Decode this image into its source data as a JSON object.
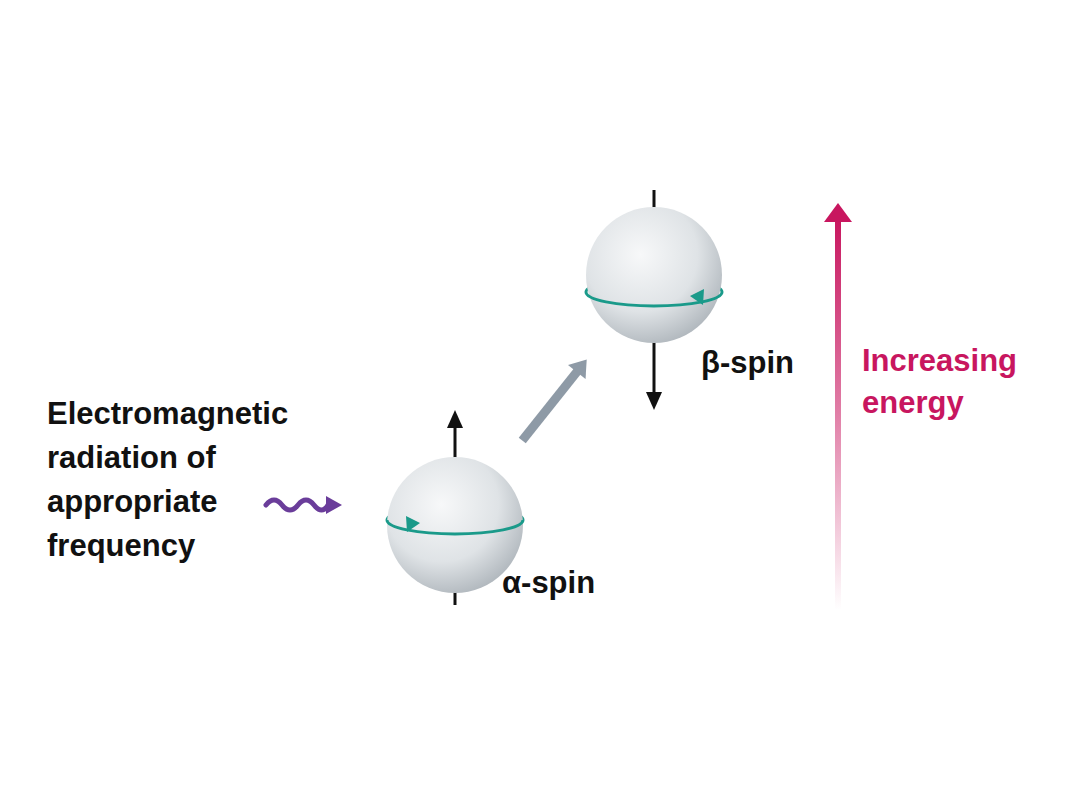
{
  "diagram": {
    "nodes": [
      {
        "text": [
          "α-spin"
        ]
      },
      {
        "text": [
          "β-spin"
        ]
      }
    ],
    "edges": [
      {
        "from": 0,
        "to": 1,
        "arrow": "to"
      }
    ],
    "labels": [
      "Electromagnetic radiation of appropriate frequency",
      "Increasing energy"
    ]
  }
}
